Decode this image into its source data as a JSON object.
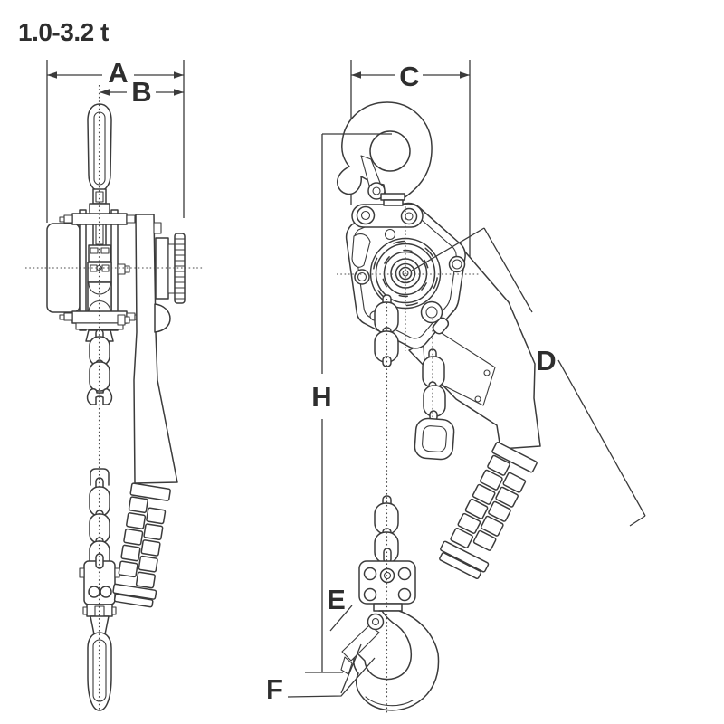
{
  "title": "1.0-3.2 t",
  "labels": {
    "A": "A",
    "B": "B",
    "C": "C",
    "D": "D",
    "E": "E",
    "F": "F",
    "H": "H"
  },
  "colors": {
    "line_color": "#3b3b3b",
    "centerline_color": "#4a4a4a",
    "label_color": "#2e2e2e",
    "background": "#ffffff"
  }
}
